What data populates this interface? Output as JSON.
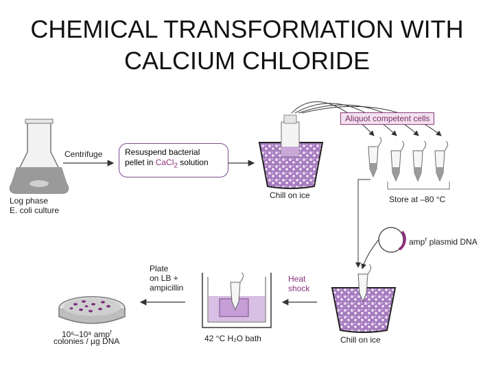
{
  "title": {
    "line1": "CHEMICAL TRANSFORMATION WITH",
    "line2": "CALCIUM CHLORIDE"
  },
  "labels": {
    "log_phase_1": "Log phase",
    "log_phase_2": "E. coli culture",
    "centrifuge": "Centrifuge",
    "resuspend_1": "Resuspend bacterial",
    "resuspend_2a": "pellet in ",
    "resuspend_chem": "CaCl",
    "resuspend_sub": "2",
    "resuspend_2b": " solution",
    "chill_top": "Chill on ice",
    "aliquot": "Aliquot competent cells",
    "store": "Store at –80 °C",
    "plasmid_a": "amp",
    "plasmid_sup": "r",
    "plasmid_b": " plasmid DNA",
    "chill_bottom": "Chill on ice",
    "heat_1": "Heat",
    "heat_2": "shock",
    "bath": "42 °C H₂O bath",
    "plate_1": "Plate",
    "plate_2": "on LB +",
    "plate_3": "ampicillin",
    "colonies_range": "10⁶–10⁸ amp",
    "colonies_sup": "r",
    "colonies_2": "colonies / µg DNA"
  },
  "colors": {
    "accent": "#8b2f7a",
    "ice": "#b98fcc",
    "liquid": "#c9a8d8"
  }
}
